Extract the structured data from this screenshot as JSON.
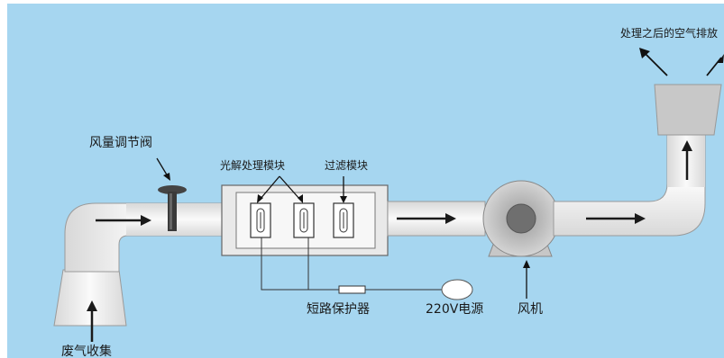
{
  "labels": {
    "exhaust_out": "处理之后的空气排放",
    "damper": "风量调节阀",
    "photolysis": "光解处理模块",
    "filter": "过滤模块",
    "short_protect": "短路保护器",
    "power": "220V电源",
    "fan": "风机",
    "waste_in": "废气收集"
  },
  "colors": {
    "background": "#a6d6f0",
    "duct": "#f2f2f2",
    "outline": "#555555",
    "arrow": "#1a1a1a",
    "fan_body": "#c8c8c8",
    "damper": "#3a3a3a"
  }
}
